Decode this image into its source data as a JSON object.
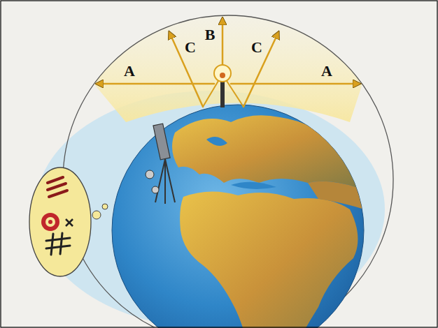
{
  "diagram": {
    "labels": [
      "A",
      "C",
      "B",
      "C",
      "A"
    ]
  }
}
